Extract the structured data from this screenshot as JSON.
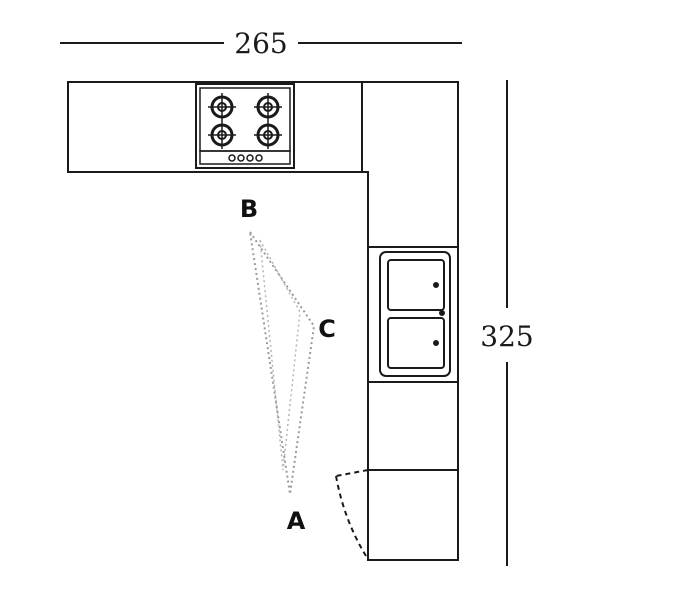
{
  "dimensions": {
    "width_label": "265",
    "height_label": "325"
  },
  "points": {
    "a": "A",
    "b": "B",
    "c": "C"
  },
  "colors": {
    "wall_line": "#1a1a1a",
    "triangle_dots": "#9a9a9a"
  },
  "icons": {
    "cooktop": "gas-cooktop-icon",
    "sink": "double-sink-icon",
    "door_swing": "door-swing-icon"
  }
}
